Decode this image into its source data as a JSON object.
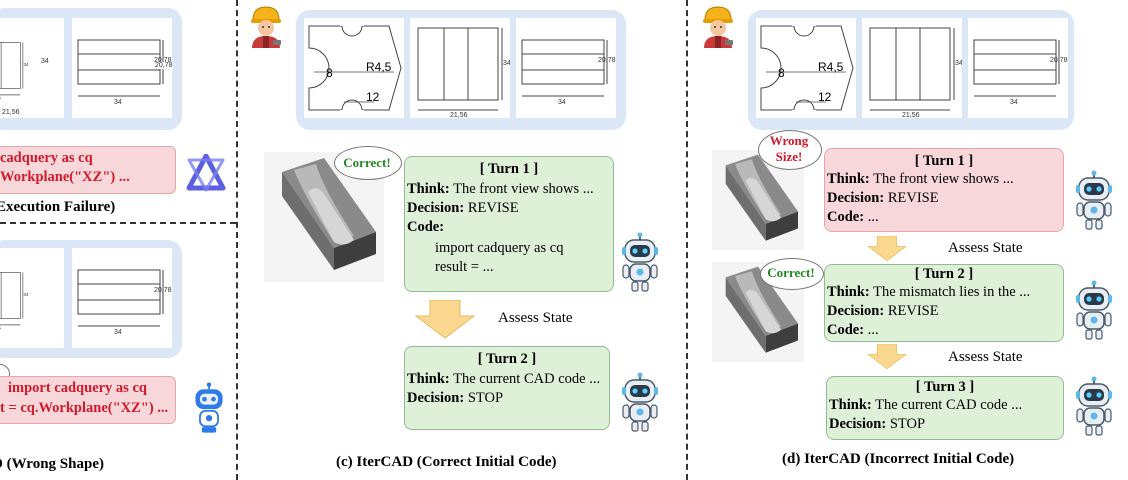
{
  "drawing_labels": {
    "dim_34": "34",
    "dim_2156": "21,56",
    "dim_2078": "20,78",
    "dim_8": "8",
    "dim_r45": "R4,5",
    "dim_12": "12"
  },
  "panel_a": {
    "code_line1": "cadquery as cq",
    "code_line2": "Workplane(\"XZ\") ...",
    "caption": "Execution Failure)"
  },
  "panel_b": {
    "code_line1": "import cadquery as cq",
    "code_line2": "t = cq.Workplane(\"XZ\") ...",
    "caption": "D (Wrong Shape)"
  },
  "panel_c": {
    "badge": "Correct!",
    "turn1": {
      "title": "[ Turn 1 ]",
      "think_label": "Think:",
      "think_text": "The front view shows ...",
      "decision_label": "Decision:",
      "decision_text": "REVISE",
      "code_label": "Code:",
      "code_line1": "import cadquery as cq",
      "code_line2": "result = ..."
    },
    "assess": "Assess State",
    "turn2": {
      "title": "[ Turn 2 ]",
      "think_label": "Think:",
      "think_text": "The current CAD code ...",
      "decision_label": "Decision:",
      "decision_text": "STOP"
    },
    "caption": "(c) IterCAD (Correct Initial Code)"
  },
  "panel_d": {
    "badge_wrong_1": "Wrong",
    "badge_wrong_2": "Size!",
    "badge_correct": "Correct!",
    "turn1": {
      "title": "[ Turn 1 ]",
      "think_label": "Think:",
      "think_text": "The front view shows ...",
      "decision_label": "Decision:",
      "decision_text": "REVISE",
      "code_label": "Code:",
      "code_text": "..."
    },
    "assess1": "Assess State",
    "turn2": {
      "title": "[ Turn 2 ]",
      "think_label": "Think:",
      "think_text": "The mismatch lies in the ...",
      "decision_label": "Decision:",
      "decision_text": "REVISE",
      "code_label": "Code:",
      "code_text": "..."
    },
    "assess2": "Assess State",
    "turn3": {
      "title": "[ Turn 3 ]",
      "think_label": "Think:",
      "think_text": "The current CAD code ...",
      "decision_label": "Decision:",
      "decision_text": "STOP"
    },
    "caption": "(d) IterCAD (Incorrect Initial Code)"
  },
  "colors": {
    "panel_bg": "#dbe6f6",
    "green_bubble": "#dff0d8",
    "red_bubble": "#f8d7da",
    "arrow": "#fbd890",
    "red_text": "#d11a2a",
    "correct_text": "#1f8a1f"
  },
  "icons": {
    "engineer": "engineer-icon",
    "robot": "robot-icon",
    "llm_logo": "llm-logo-icon"
  }
}
